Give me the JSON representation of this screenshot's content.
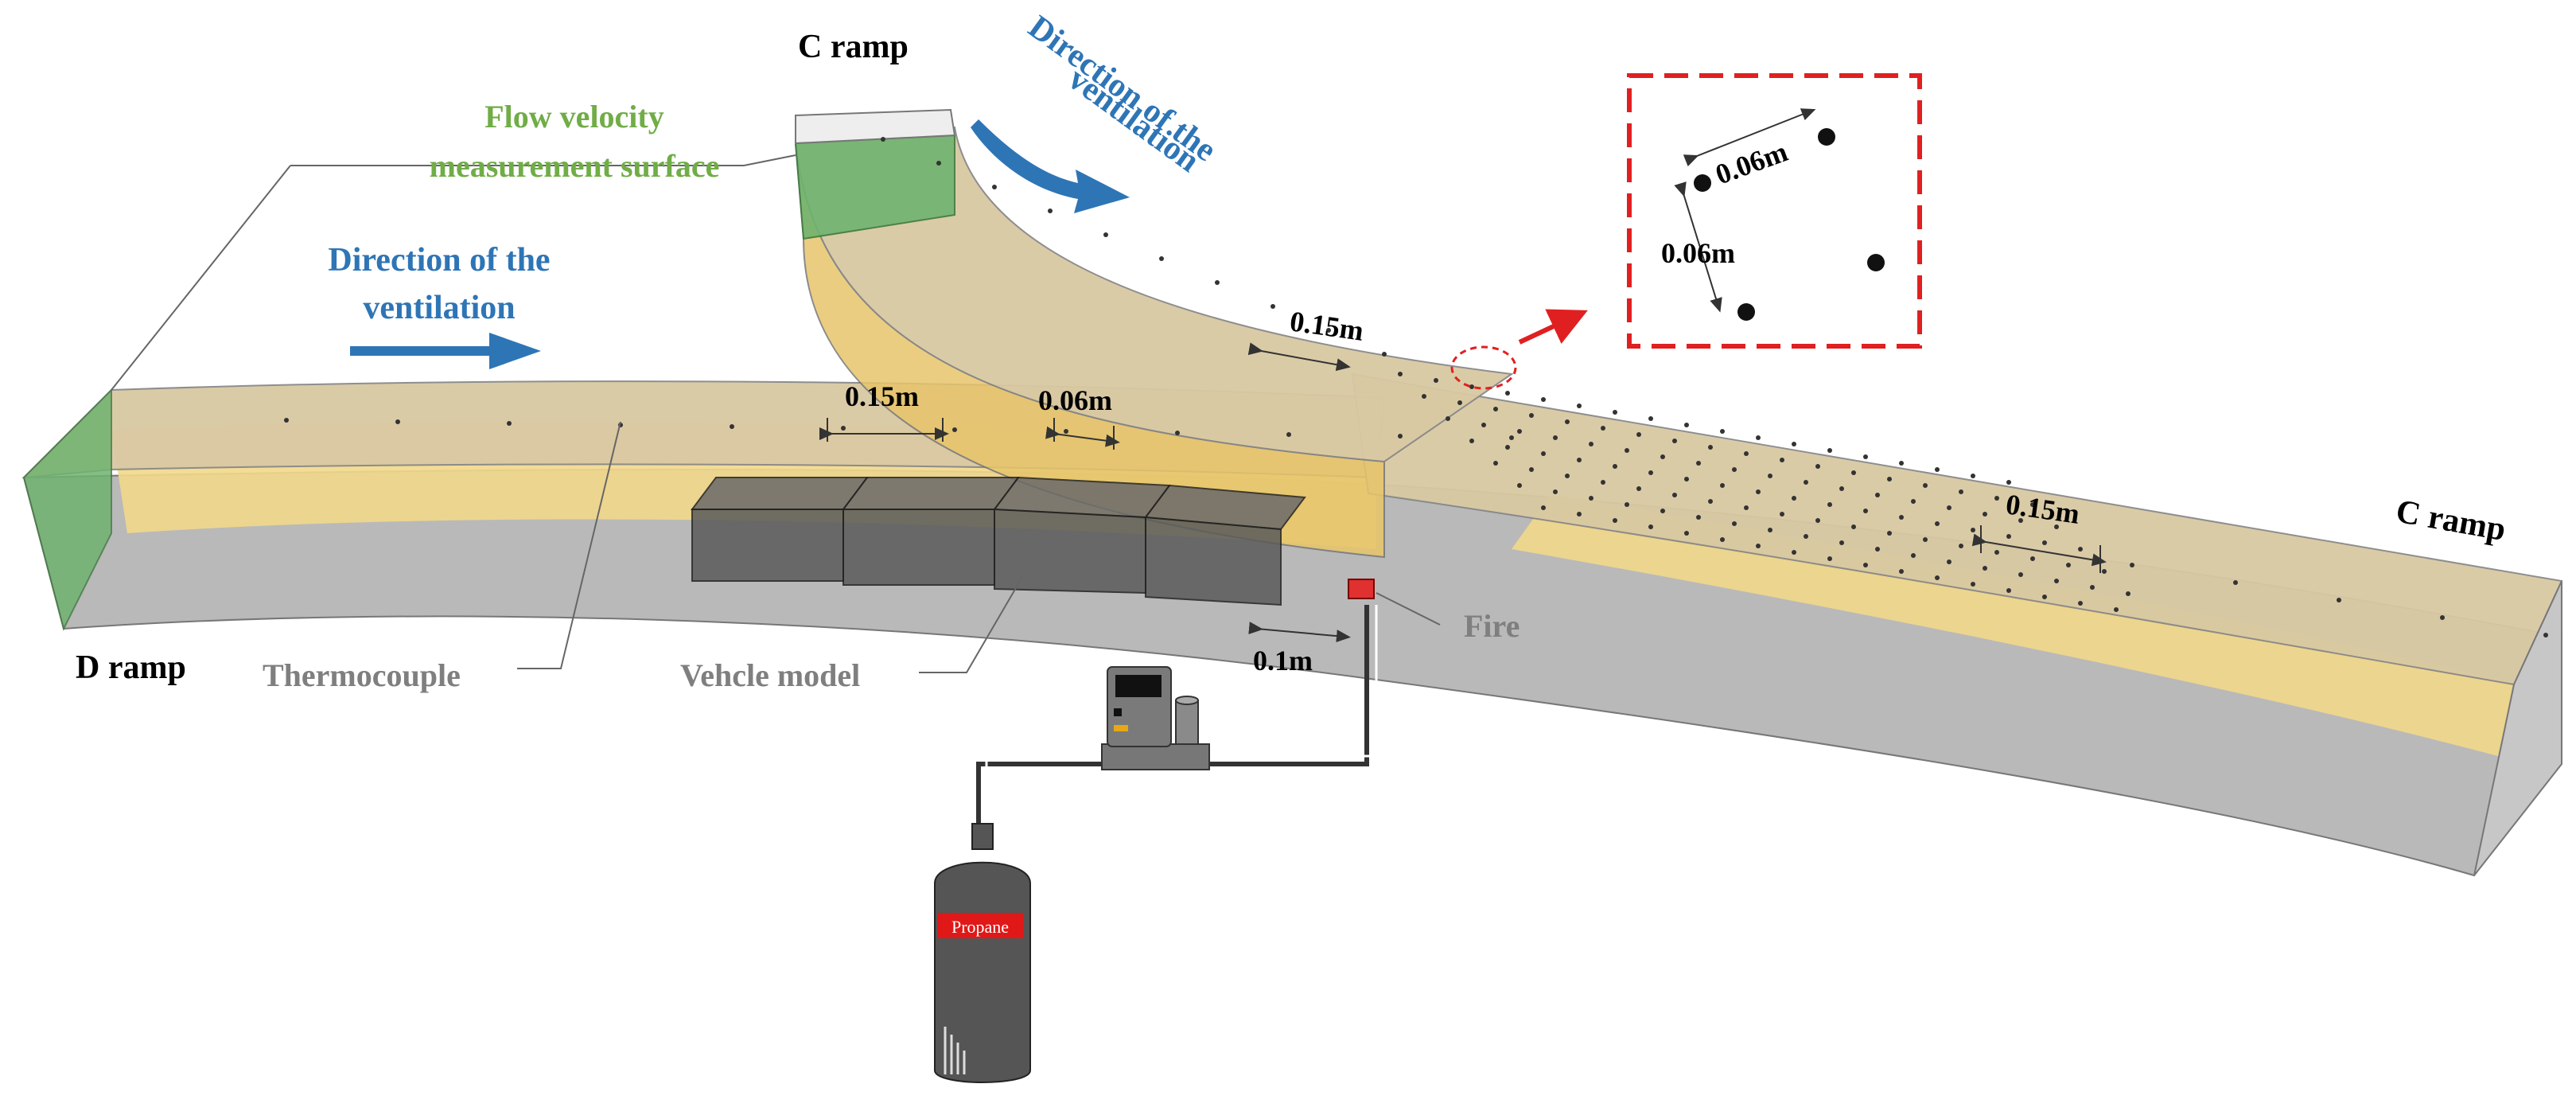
{
  "labels": {
    "c_ramp_top": "C ramp",
    "c_ramp_right": "C ramp",
    "d_ramp": "D ramp",
    "flow_line1": "Flow velocity",
    "flow_line2": "measurement surface",
    "dir_left_line1": "Direction of the",
    "dir_left_line2": "ventilation",
    "dir_top_line1": "Direction of the",
    "dir_top_line2": "ventilation",
    "thermocouple": "Thermocouple",
    "vehicle_model": "Vehcle model",
    "fire": "Fire",
    "propane": "Propane"
  },
  "dimensions": {
    "d_015": "0.15m",
    "d_006": "0.06m",
    "c_015_upper": "0.15m",
    "c_015_lower": "0.15m",
    "fire_01": "0.1m",
    "inset_h": "0.06m",
    "inset_v": "0.06m"
  },
  "colors": {
    "ceiling_tan": "#d9c9a3",
    "wall_yellow": "#f2d889",
    "floor_gray": "#b9b9b9",
    "green_surface": "#6fb36f",
    "blue_arrow": "#2e75b6",
    "green_text": "#70ad47",
    "gray_text": "#7f7f7f",
    "red_inset": "#e02020",
    "tank_gray": "#555555",
    "dark_box": "#5a5a5a"
  }
}
